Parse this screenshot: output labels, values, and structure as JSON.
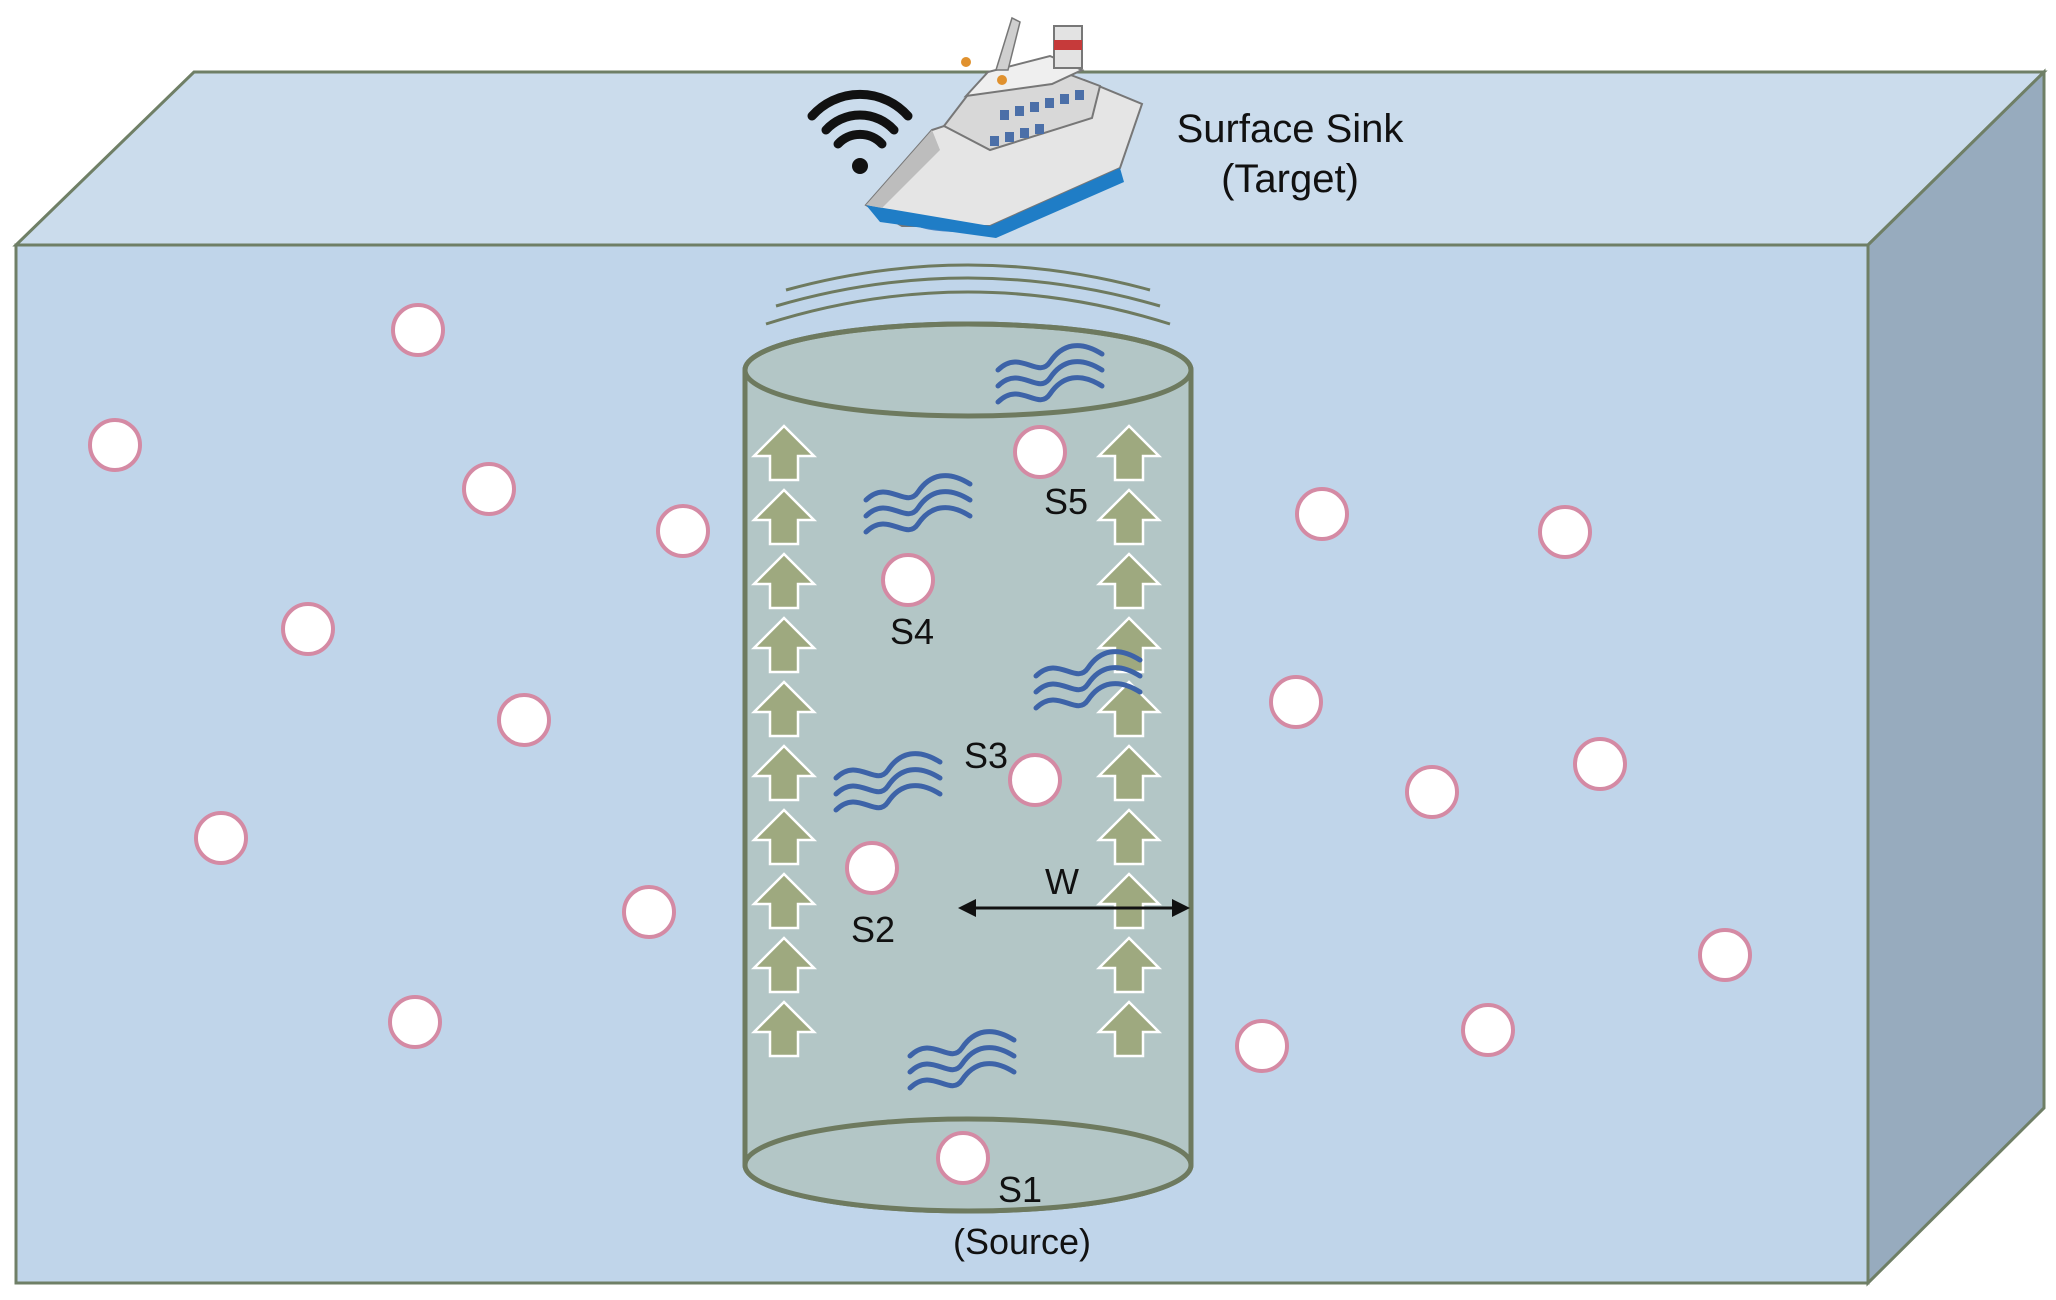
{
  "colors": {
    "front_face": "#c0d5ea",
    "top_face": "#cbdcec",
    "side_face": "#97abbe",
    "box_edge": "#6f7f66",
    "cylinder_fill": "#b3c6c6",
    "cylinder_edge": "#6e7a5f",
    "arrow_fill": "#9ea97f",
    "wave": "#3d63a8",
    "node_stroke": "#d48aa4",
    "node_fill": "#ffffff",
    "signal": "#111111"
  },
  "labels": {
    "sink_line1": "Surface Sink",
    "sink_line2": "(Target)",
    "s1": "S1",
    "s1_sub": "(Source)",
    "s2": "S2",
    "s3": "S3",
    "s4": "S4",
    "s5": "S5",
    "width": "W"
  },
  "icons": {
    "sink": "ship-icon",
    "signal": "wifi-signal-icon",
    "flow": "up-arrow-icon",
    "current": "wave-icon",
    "node": "sensor-node-icon"
  }
}
